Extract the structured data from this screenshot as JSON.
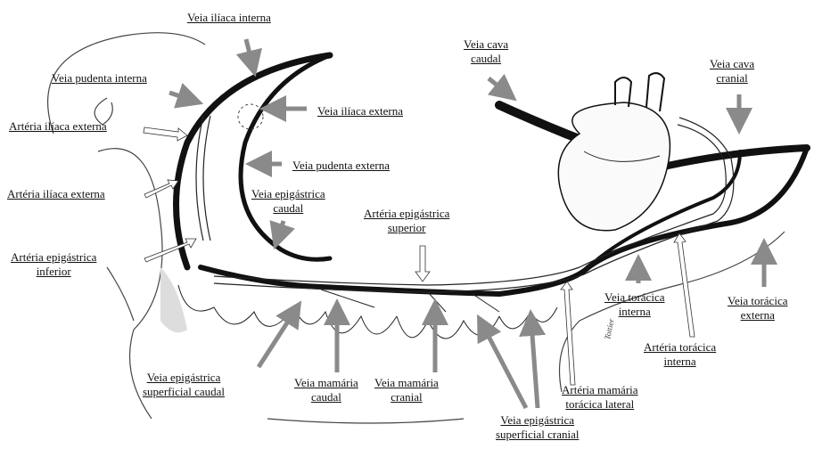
{
  "labels": {
    "veia_iliaca_interna": "Veia ilíaca interna",
    "veia_pudenta_interna": "Veia pudenta interna",
    "arteria_iliaca_externa_1": "Artéria ilíaca externa",
    "arteria_iliaca_externa_2": "Artéria ilíaca externa",
    "arteria_epigastrica_inferior_1": "Artéria epigástrica",
    "arteria_epigastrica_inferior_2": "inferior",
    "veia_iliaca_externa": "Veia ilíaca externa",
    "veia_pudenta_externa": "Veia pudenta externa",
    "veia_epigastrica_caudal_1": "Veia epigástrica",
    "veia_epigastrica_caudal_2": "caudal",
    "arteria_epigastrica_superior_1": "Artéria epigástrica",
    "arteria_epigastrica_superior_2": "superior",
    "veia_cava_caudal_1": "Veia cava",
    "veia_cava_caudal_2": "caudal",
    "veia_cava_cranial_1": "Veia cava",
    "veia_cava_cranial_2": "cranial",
    "veia_toracica_interna_1": "Veia torácica",
    "veia_toracica_interna_2": "interna",
    "veia_toracica_externa_1": "Veia torácica",
    "veia_toracica_externa_2": "externa",
    "arteria_toracica_interna_1": "Artéria torácica",
    "arteria_toracica_interna_2": "interna",
    "arteria_mamaria_1": "Artéria mamária",
    "arteria_mamaria_2": "torácica lateral",
    "veia_epigastrica_superficial_caudal_1": "Veia epigástrica",
    "veia_epigastrica_superficial_caudal_2": "superficial caudal",
    "veia_mamaria_caudal_1": "Veia mamária",
    "veia_mamaria_caudal_2": "caudal",
    "veia_mamaria_cranial_1": "Veia mamária",
    "veia_mamaria_cranial_2": "cranial",
    "veia_epigastrica_superficial_cranial_1": "Veia epigástrica",
    "veia_epigastrica_superficial_cranial_2": "superficial cranial",
    "signature": "Tottier"
  },
  "colors": {
    "vein": "#111111",
    "artery_outline": "#222222",
    "arrow_gray": "#8a8a8a",
    "arrow_white": "#ffffff",
    "text": "#111111"
  }
}
